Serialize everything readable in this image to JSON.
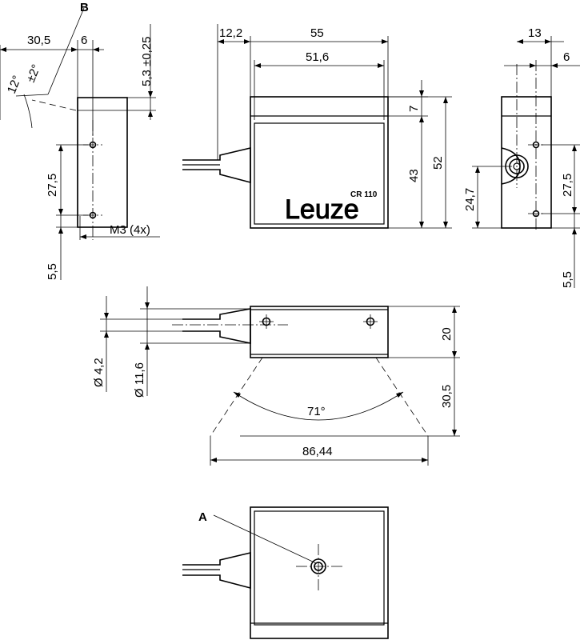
{
  "callouts": {
    "b": "B",
    "a": "A"
  },
  "left_view": {
    "dim_width": "30,5",
    "dim_6": "6",
    "dim_offset": "5,3 ±0,25",
    "angle_12": "12°",
    "angle_tol": "±2°",
    "dim_hole_spacing": "27,5",
    "dim_bottom": "5,5",
    "thread": "M3 (4x)"
  },
  "front_view": {
    "dim_12_2": "12,2",
    "dim_55": "55",
    "dim_51_6": "51,6",
    "dim_7": "7",
    "dim_43": "43",
    "dim_52": "52",
    "brand": "Leuze",
    "model": "CR 110"
  },
  "right_view": {
    "dim_13": "13",
    "dim_6": "6",
    "dim_24_7": "24,7",
    "dim_27_5": "27,5",
    "dim_5_5": "5,5"
  },
  "top_view": {
    "dim_cable": "Ø 4,2",
    "dim_gland": "Ø 11,6",
    "dim_20": "20",
    "dim_30_5": "30,5",
    "angle": "71°",
    "dim_86_44": "86,44"
  }
}
